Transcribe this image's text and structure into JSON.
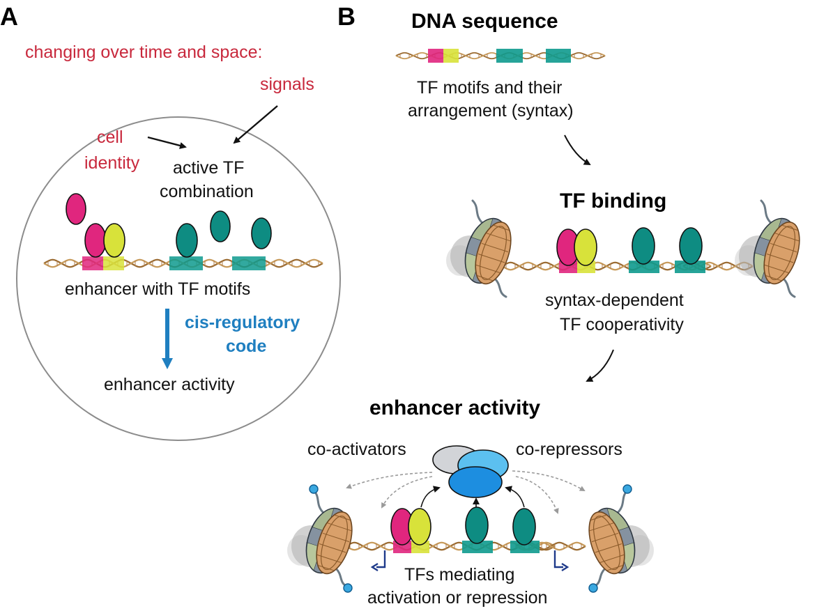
{
  "panel_a": {
    "letter": "A",
    "header": "changing over time and space:",
    "signals": "signals",
    "cell_identity_1": "cell",
    "cell_identity_2": "identity",
    "active_tf_1": "active TF",
    "active_tf_2": "combination",
    "enhancer_motifs": "enhancer with TF motifs",
    "cis_1": "cis-regulatory",
    "cis_2": "code",
    "enhancer_activity": "enhancer activity"
  },
  "panel_b": {
    "letter": "B",
    "dna_title": "DNA sequence",
    "motifs_1": "TF motifs and their",
    "motifs_2": "arrangement (syntax)",
    "binding_title": "TF binding",
    "syntax_1": "syntax-dependent",
    "syntax_2": "TF cooperativity",
    "activity_title": "enhancer activity",
    "coactivators": "co-activators",
    "corepressors": "co-repressors",
    "mediating_1": "TFs mediating",
    "mediating_2": "activation or repression"
  },
  "colors": {
    "magenta": "#e0267e",
    "yellow": "#d8e23a",
    "teal": "#0e8c82",
    "red_text": "#c8283c",
    "blue_text": "#1f7fc0",
    "dna": "#9a6a30",
    "nucleosome": "#d9a06a",
    "coactivator_grey": "#d2d4d8",
    "coactivator_blue": "#1d8ee0"
  },
  "icons": [
    "dna-helix-icon",
    "nucleosome-icon",
    "transcription-factor-icon",
    "coactivator-complex-icon",
    "promoter-arrow-icon"
  ]
}
